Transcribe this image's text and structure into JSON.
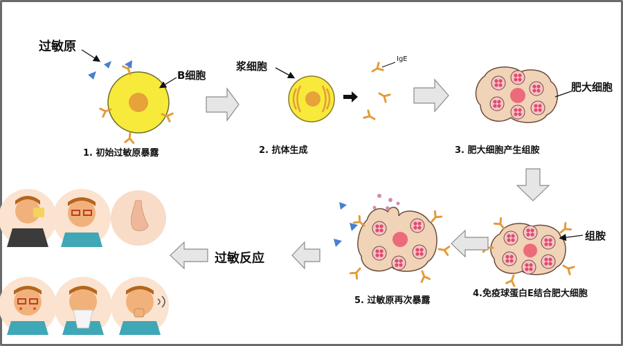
{
  "colors": {
    "cell_yellow": "#f7ea3a",
    "nucleus_orange": "#e7a23a",
    "antibody_orange": "#e39b3a",
    "mast_fill": "#f1d3b8",
    "mast_outline": "#6b4b3a",
    "granule": "#e04b6a",
    "allergen_blue": "#4a7fd0",
    "arrow_gray": "#d9d9d9",
    "text": "#111111"
  },
  "labels": {
    "allergen": "过敏原",
    "b_cell": "B细胞",
    "plasma_cell": "浆细胞",
    "ige": "IgE",
    "mast_cell": "肥大细胞",
    "histamine": "组胺",
    "reaction": "过敏反应"
  },
  "steps": [
    "1. 初始过敏原暴露",
    "2. 抗体生成",
    "3. 肥大细胞产生组胺",
    "4.免疫球蛋白E结合肥大细胞",
    "5. 过敏原再次暴露"
  ],
  "icons": [
    "sneezing-person-icon",
    "itchy-eyes-person-icon",
    "nose-icon",
    "rash-face-icon",
    "tissue-person-icon",
    "coughing-person-icon"
  ]
}
